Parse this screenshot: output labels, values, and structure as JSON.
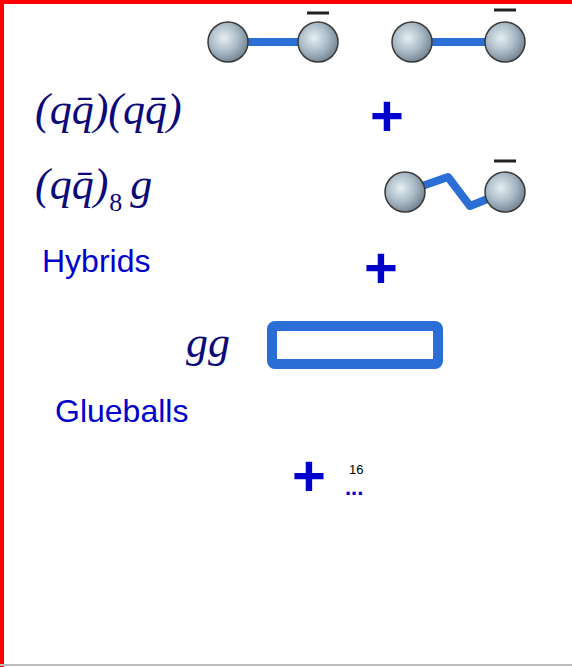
{
  "diagram": {
    "labels": [
      "(qq̄)(qq̄)",
      "+",
      "(qq̄)",
      "8",
      "g",
      "Hybrids",
      "+",
      "gg",
      "Glueballs",
      "+",
      "16",
      "..."
    ]
  }
}
